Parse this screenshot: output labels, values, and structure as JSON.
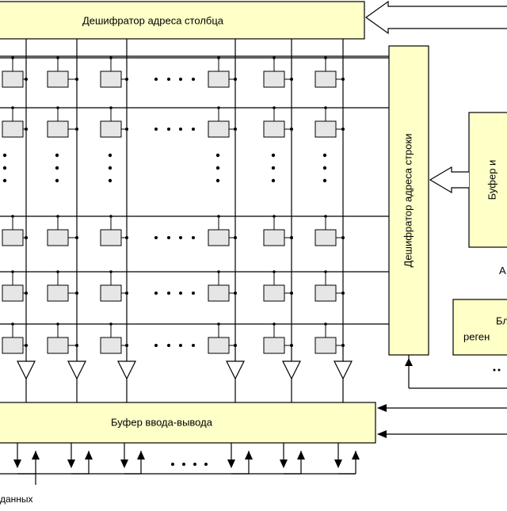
{
  "blocks": {
    "column_decoder": "Дешифратор адреса столбца",
    "row_decoder": "Дешифратор адреса строки",
    "io_buffer": "Буфер ввода-вывода",
    "address_buffer": "Буфер и",
    "refresh_block_line1": "Бл",
    "refresh_block_line2": "реген"
  },
  "labels": {
    "data_label": "данных",
    "side_letter": "А"
  },
  "ellipsis": "• • • •",
  "colors": {
    "block_fill": "#ffffc8",
    "cell_fill": "#e6e6e6",
    "line": "#000000"
  }
}
